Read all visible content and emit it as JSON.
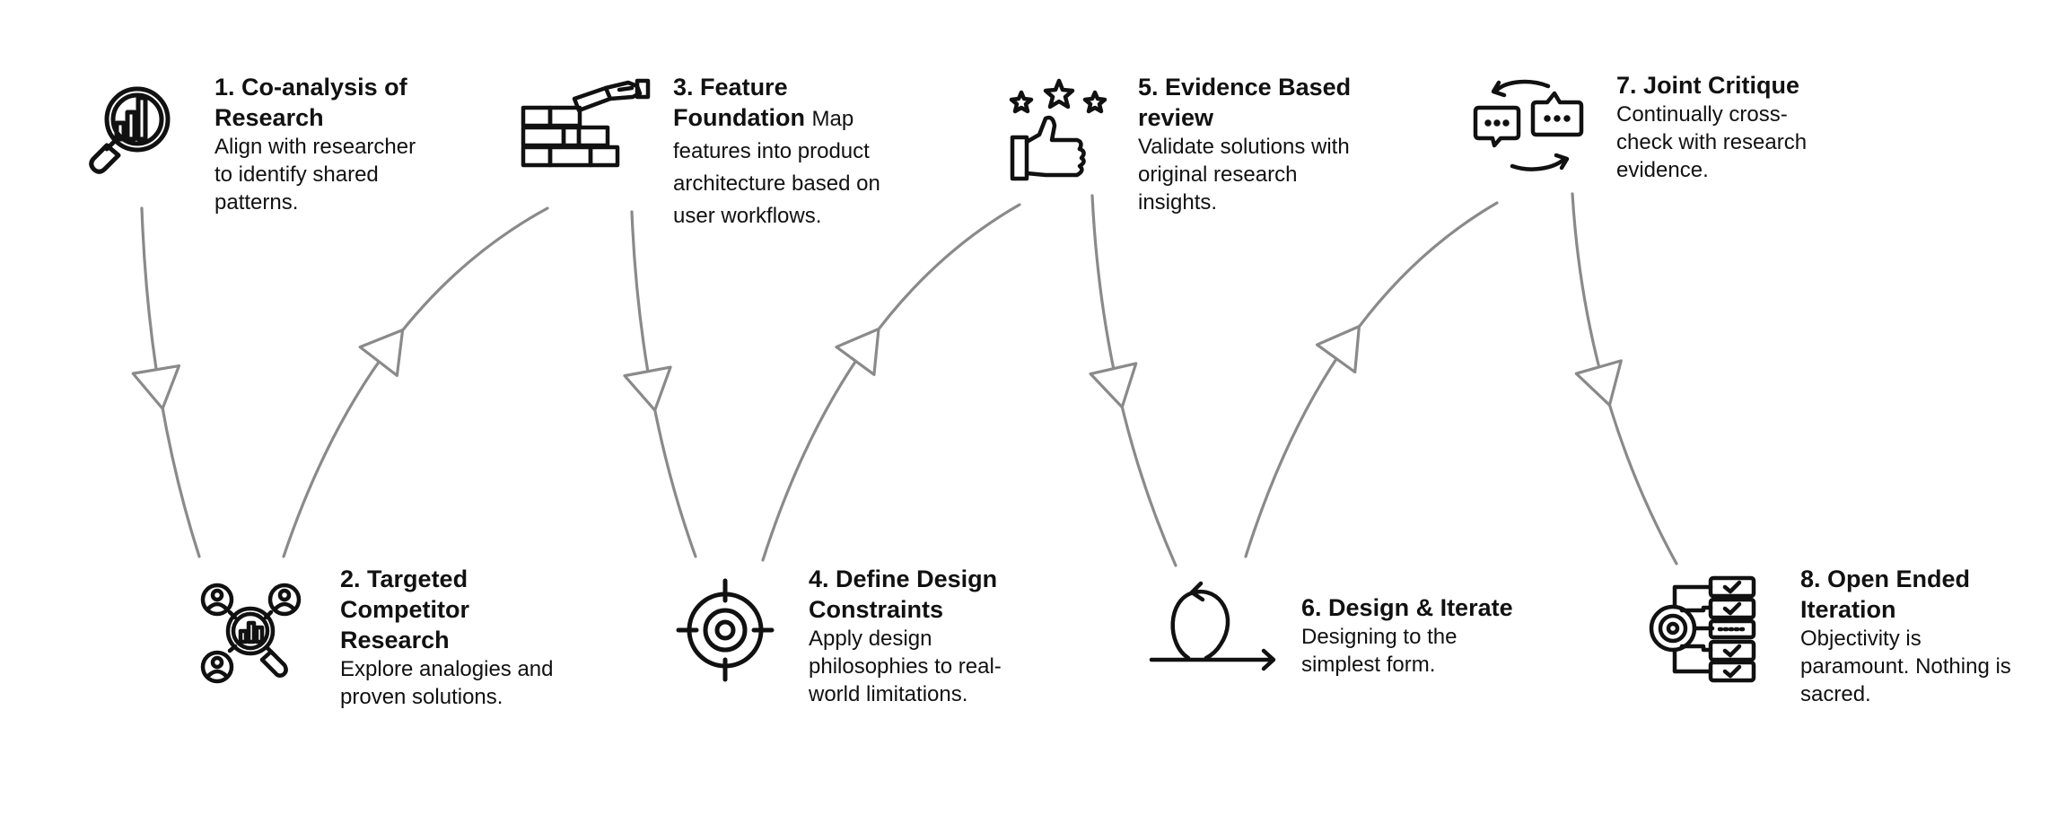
{
  "steps": [
    {
      "number": "1.",
      "title": "Co-analysis of Research",
      "description": "Align with researcher to identify shared patterns.",
      "icon": "research-analysis-icon"
    },
    {
      "number": "2.",
      "title": "Targeted Competitor Research",
      "description": "Explore analogies and proven solutions.",
      "icon": "competitor-research-icon"
    },
    {
      "number": "3.",
      "title": "Feature Foundation",
      "description": "Map features into product architecture based on user workflows.",
      "icon": "building-blocks-icon"
    },
    {
      "number": "4.",
      "title": "Define Design Constraints",
      "description": "Apply design philosophies to real-world limitations.",
      "icon": "target-crosshair-icon"
    },
    {
      "number": "5.",
      "title": "Evidence Based review",
      "description": "Validate solutions with original research insights.",
      "icon": "thumbs-up-stars-icon"
    },
    {
      "number": "6.",
      "title": "Design & Iterate",
      "description": "Designing to the simplest form.",
      "icon": "iterate-loop-icon"
    },
    {
      "number": "7.",
      "title": "Joint Critique",
      "description": "Continually cross-check with research evidence.",
      "icon": "exchange-chat-icon"
    },
    {
      "number": "8.",
      "title": "Open Ended Iteration",
      "description": "Objectivity is paramount. Nothing is sacred.",
      "icon": "checklist-target-icon"
    }
  ],
  "colors": {
    "text": "#111111",
    "connector": "#8a8a8a",
    "icon": "#111111"
  }
}
